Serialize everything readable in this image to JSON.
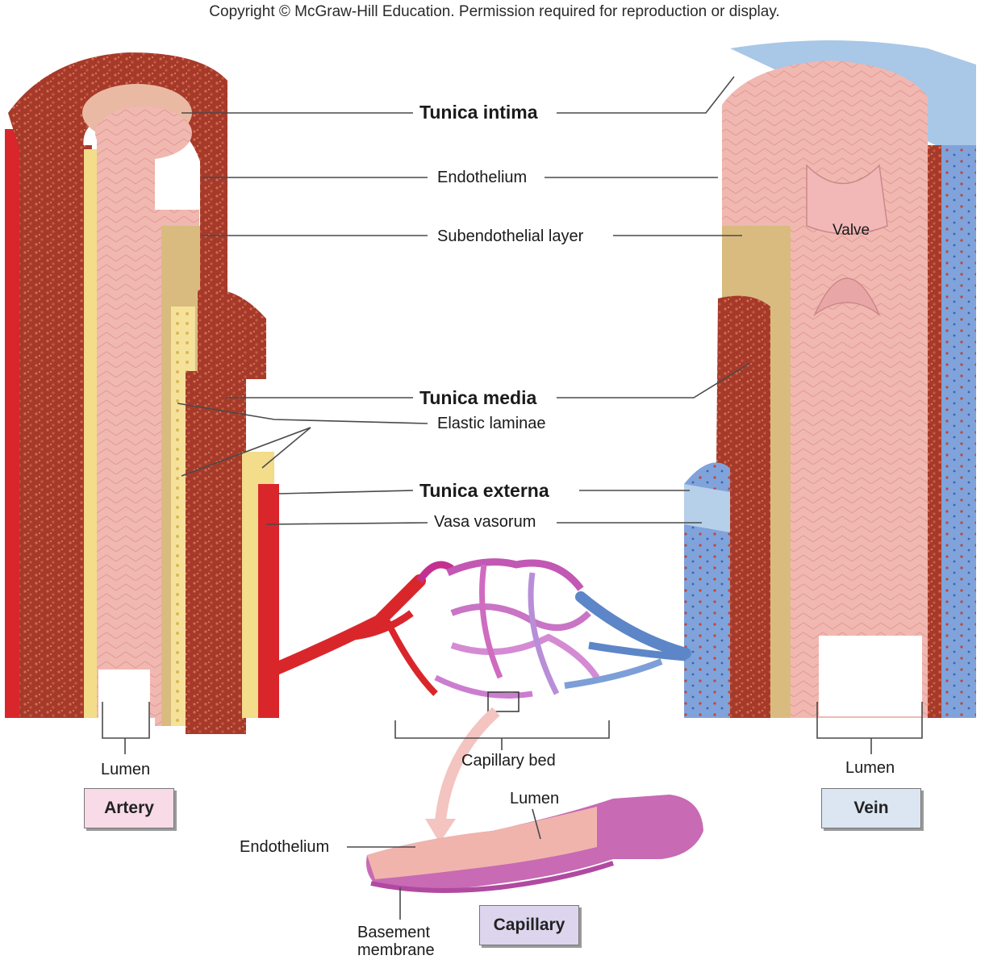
{
  "copyright": "Copyright © McGraw-Hill Education. Permission required for reproduction or display.",
  "labels": {
    "tunica_intima": "Tunica intima",
    "endothelium": "Endothelium",
    "subendothelial_layer": "Subendothelial layer",
    "valve": "Valve",
    "tunica_media": "Tunica media",
    "elastic_laminae": "Elastic laminae",
    "tunica_externa": "Tunica externa",
    "vasa_vasorum": "Vasa vasorum",
    "capillary_bed": "Capillary bed",
    "artery_lumen": "Lumen",
    "vein_lumen": "Lumen",
    "capillary_lumen": "Lumen",
    "capillary_endothelium": "Endothelium",
    "basement_membrane_line1": "Basement",
    "basement_membrane_line2": "membrane"
  },
  "boxes": {
    "artery": "Artery",
    "vein": "Vein",
    "capillary": "Capillary"
  },
  "colors": {
    "artery_red": "#d9262b",
    "muscle_brown": "#a63a2a",
    "intima_pink": "#efb3ad",
    "elastic_yellow": "#f3dc8a",
    "vein_blue": "#5d86c8",
    "capillary_purple": "#c24fa8",
    "artery_box_bg": "#f8dbe6",
    "vein_box_bg": "#dbe6f2",
    "capillary_box_bg": "#ddd5ee"
  }
}
